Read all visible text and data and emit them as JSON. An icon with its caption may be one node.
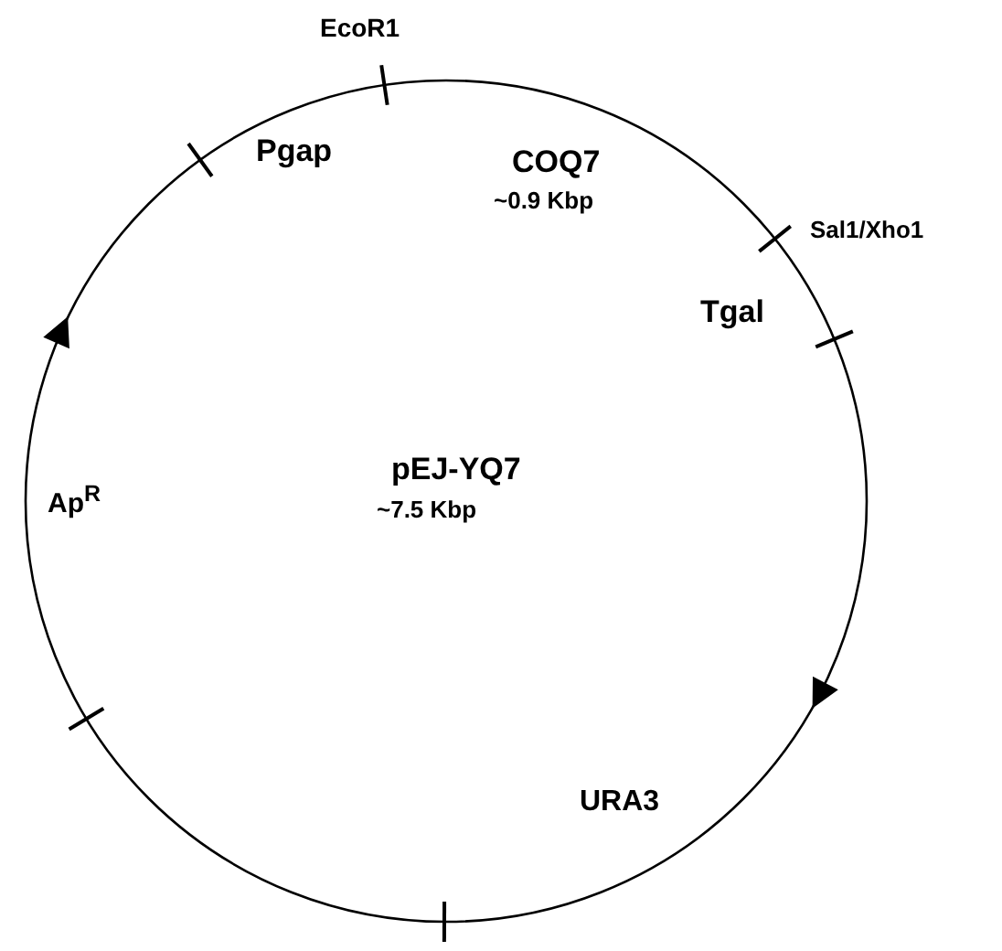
{
  "diagram": {
    "labels": [
      "EcoR1",
      "Pgap",
      "COQ7",
      "~0.9 Kbp",
      "Sal1/Xho1",
      "Tgal",
      "pEJ-YQ7",
      "Ap$^{R}$",
      "~7.5 Kbp",
      "URA3"
    ]
  }
}
